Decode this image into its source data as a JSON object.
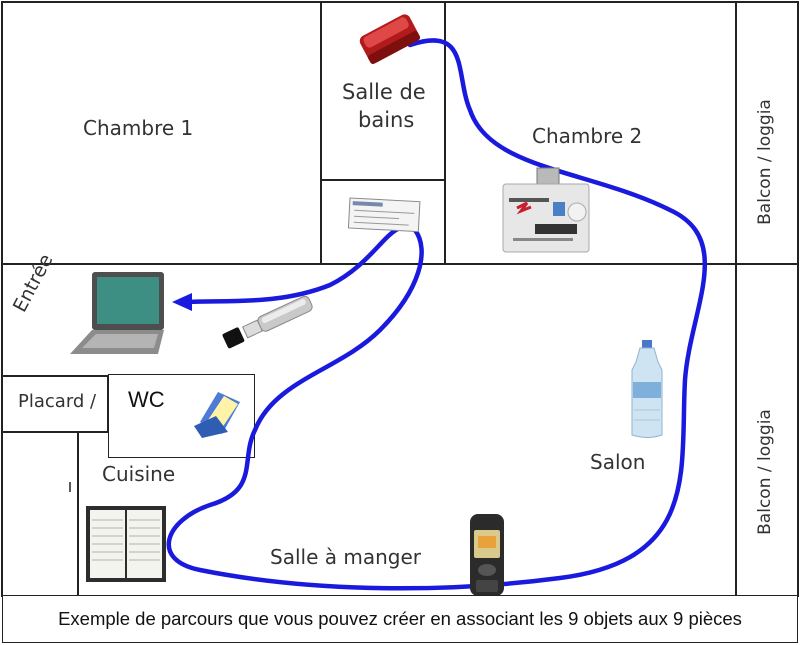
{
  "rooms": {
    "chambre1": "Chambre 1",
    "salle_de_bains_line1": "Salle de",
    "salle_de_bains_line2": "bains",
    "chambre2": "Chambre 2",
    "balcon_top": "Balcon / loggia",
    "balcon_bottom": "Balcon / loggia",
    "entree": "Entrée",
    "placard": "Placard /",
    "wc": "WC",
    "cuisine": "Cuisine",
    "salon": "Salon",
    "salle_a_manger": "Salle à manger"
  },
  "objects": [
    "wallet-icon",
    "check-icon",
    "badge-icon",
    "laptop-icon",
    "usb-key-icon",
    "water-bottle-icon",
    "document-icon",
    "agenda-icon",
    "mobile-phone-icon"
  ],
  "colors": {
    "route": "#1a1adf",
    "walls": "#222222"
  },
  "caption": "Exemple de parcours que vous pouvez créer en associant les 9 objets aux 9 pièces"
}
